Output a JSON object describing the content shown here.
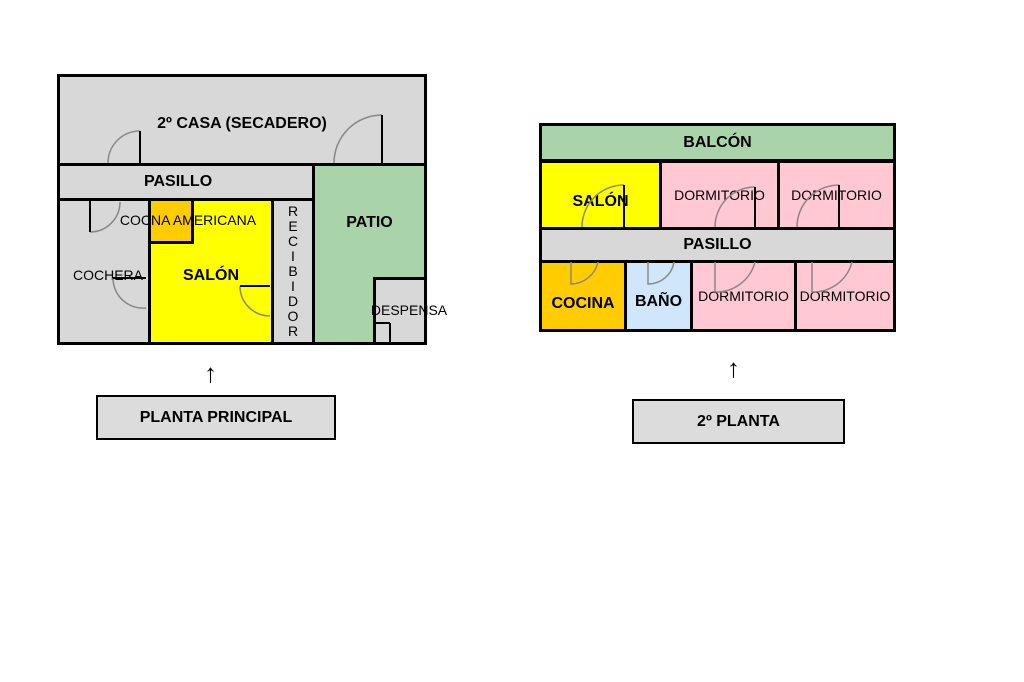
{
  "colors": {
    "gray": "#d8d8d8",
    "green": "#a9d3a9",
    "yellow": "#ffff00",
    "orange": "#ffcc00",
    "pink": "#ffc8d2",
    "blue": "#cfe6fb",
    "border": "#000000"
  },
  "planta_principal": {
    "label": "PLANTA PRINCIPAL",
    "arrow": "↑",
    "rooms": {
      "secadero": "2º CASA (SECADERO)",
      "pasillo": "PASILLO",
      "patio": "PATIO",
      "cocina_americana": "COCNA AMERICANA",
      "cochera": "COCHERA",
      "salon": "SALÓN",
      "recibidor_letters": [
        "R",
        "E",
        "C",
        "I",
        "B",
        "I",
        "D",
        "O",
        "R"
      ],
      "despensa": "DESPENSA"
    }
  },
  "segunda_planta": {
    "label": "2º PLANTA",
    "arrow": "↑",
    "rooms": {
      "balcon": "BALCÓN",
      "salon": "SALÓN",
      "dormitorio_1": "DORMITORIO",
      "dormitorio_2": "DORMITORIO",
      "pasillo": "PASILLO",
      "cocina": "COCINA",
      "bano": "BAÑO",
      "dormitorio_3": "DORMITORIO",
      "dormitorio_4": "DORMITORIO"
    }
  }
}
